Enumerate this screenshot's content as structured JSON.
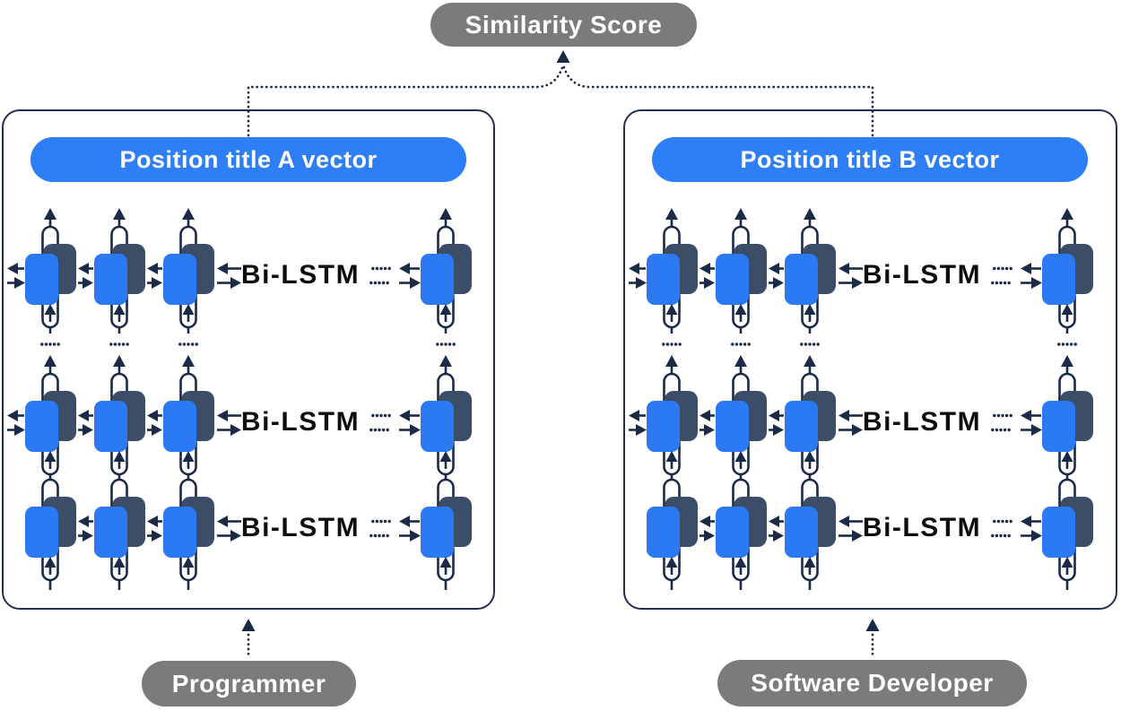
{
  "similarity_score": {
    "label": "Similarity Score"
  },
  "left_panel": {
    "title": "Position title A vector",
    "input": "Programmer",
    "layer_labels": [
      "Bi-LSTM",
      "Bi-LSTM",
      "Bi-LSTM"
    ]
  },
  "right_panel": {
    "title": "Position title B vector",
    "input": "Software Developer",
    "layer_labels": [
      "Bi-LSTM",
      "Bi-LSTM",
      "Bi-LSTM"
    ]
  },
  "structure": {
    "rows_per_panel": 3,
    "visible_cells_per_row": 4
  },
  "colors": {
    "background": "#ffffff",
    "pill_gray": "#7b7b7b",
    "pill_blue": "#2e7ef6",
    "cell_blue": "#2b7af3",
    "cell_navy": "#3c4d67",
    "line_navy": "#1a2a47",
    "panel_border": "#22304e",
    "label_black": "#0d0d0d",
    "text_white": "#ffffff"
  }
}
